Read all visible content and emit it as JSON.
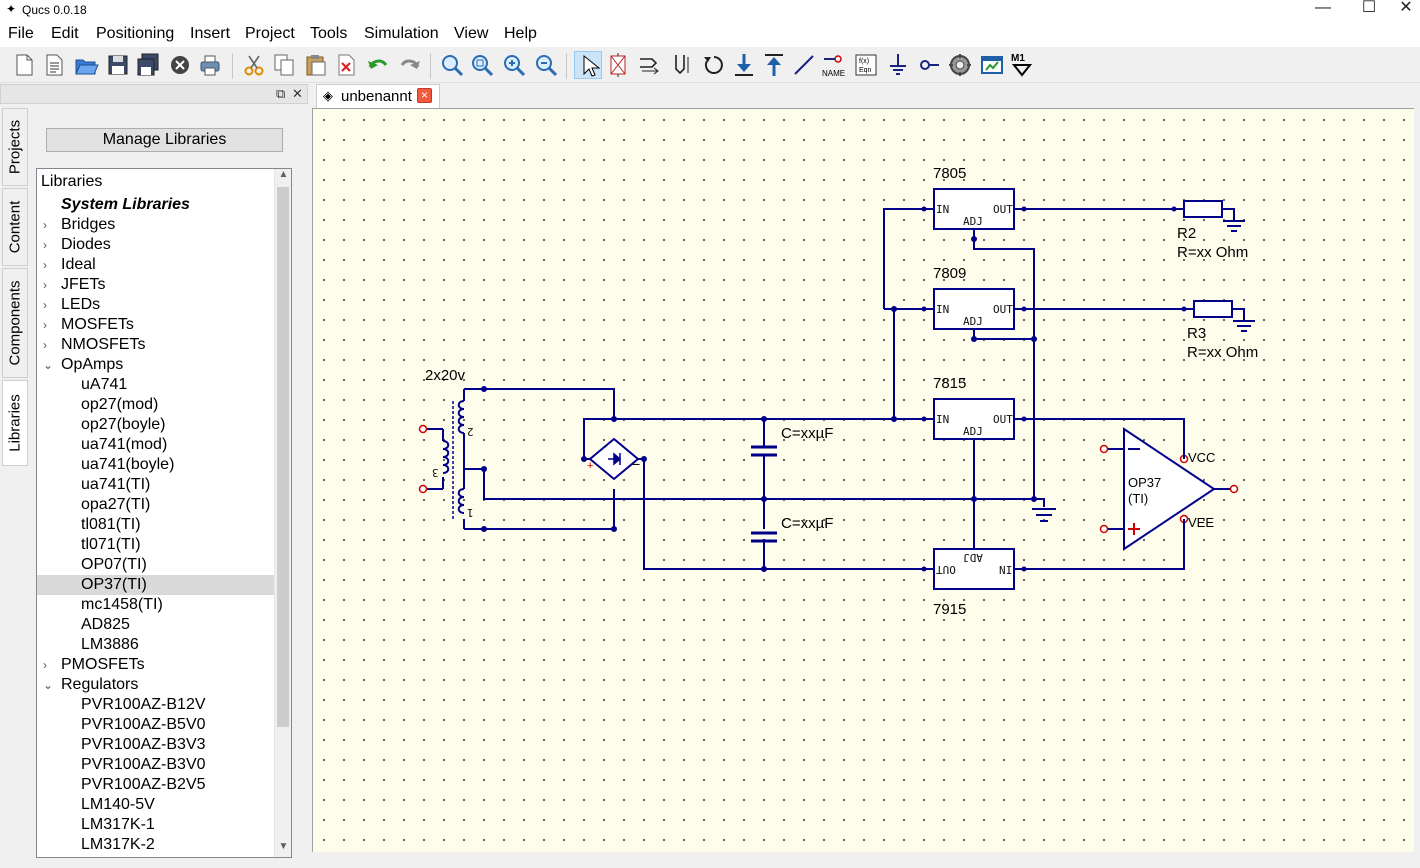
{
  "window": {
    "title": "Qucs 0.0.18",
    "controls": {
      "minimize": "—",
      "maximize": "☐",
      "close": "✕"
    }
  },
  "menu": [
    "File",
    "Edit",
    "Positioning",
    "Insert",
    "Project",
    "Tools",
    "Simulation",
    "View",
    "Help"
  ],
  "toolbar": {
    "icons": [
      "new-file-icon",
      "new-text-icon",
      "open-icon",
      "save-icon",
      "save-all-icon",
      "close-doc-icon",
      "print-icon",
      "cut-icon",
      "copy-icon",
      "paste-icon",
      "delete-icon",
      "undo-icon",
      "redo-icon",
      "zoom-fit-icon",
      "zoom-selection-icon",
      "zoom-in-icon",
      "zoom-out-icon",
      "select-icon",
      "deactivate-icon",
      "mirror-x-icon",
      "mirror-y-icon",
      "rotate-icon",
      "go-into-subcircuit-icon",
      "pop-out-icon",
      "wire-icon",
      "label-icon",
      "equation-icon",
      "ground-icon",
      "port-icon",
      "simulate-icon",
      "view-data-icon",
      "marker-icon"
    ],
    "name_label": "NAME",
    "marker_label": "M1",
    "selected_tool": "select-icon"
  },
  "sidebar": {
    "dock_buttons": {
      "float": "⧉",
      "close": "✕"
    },
    "tabs": [
      "Projects",
      "Content",
      "Components",
      "Libraries"
    ],
    "active_tab": "Libraries",
    "manage_button": "Manage Libraries",
    "tree": {
      "header": "Libraries",
      "rows": [
        {
          "label": "System Libraries",
          "level": 0,
          "type": "heading"
        },
        {
          "label": "Bridges",
          "level": 0,
          "type": "collapsed"
        },
        {
          "label": "Diodes",
          "level": 0,
          "type": "collapsed"
        },
        {
          "label": "Ideal",
          "level": 0,
          "type": "collapsed"
        },
        {
          "label": "JFETs",
          "level": 0,
          "type": "collapsed"
        },
        {
          "label": "LEDs",
          "level": 0,
          "type": "collapsed"
        },
        {
          "label": "MOSFETs",
          "level": 0,
          "type": "collapsed"
        },
        {
          "label": "NMOSFETs",
          "level": 0,
          "type": "collapsed"
        },
        {
          "label": "OpAmps",
          "level": 0,
          "type": "expanded"
        },
        {
          "label": "uA741",
          "level": 1,
          "type": "leaf"
        },
        {
          "label": "op27(mod)",
          "level": 1,
          "type": "leaf"
        },
        {
          "label": "op27(boyle)",
          "level": 1,
          "type": "leaf"
        },
        {
          "label": "ua741(mod)",
          "level": 1,
          "type": "leaf"
        },
        {
          "label": "ua741(boyle)",
          "level": 1,
          "type": "leaf"
        },
        {
          "label": "ua741(TI)",
          "level": 1,
          "type": "leaf"
        },
        {
          "label": "opa27(TI)",
          "level": 1,
          "type": "leaf"
        },
        {
          "label": "tl081(TI)",
          "level": 1,
          "type": "leaf"
        },
        {
          "label": "tl071(TI)",
          "level": 1,
          "type": "leaf"
        },
        {
          "label": "OP07(TI)",
          "level": 1,
          "type": "leaf"
        },
        {
          "label": "OP37(TI)",
          "level": 1,
          "type": "leaf",
          "selected": true
        },
        {
          "label": "mc1458(TI)",
          "level": 1,
          "type": "leaf"
        },
        {
          "label": "AD825",
          "level": 1,
          "type": "leaf"
        },
        {
          "label": "LM3886",
          "level": 1,
          "type": "leaf"
        },
        {
          "label": "PMOSFETs",
          "level": 0,
          "type": "collapsed"
        },
        {
          "label": "Regulators",
          "level": 0,
          "type": "expanded"
        },
        {
          "label": "PVR100AZ-B12V",
          "level": 1,
          "type": "leaf"
        },
        {
          "label": "PVR100AZ-B5V0",
          "level": 1,
          "type": "leaf"
        },
        {
          "label": "PVR100AZ-B3V3",
          "level": 1,
          "type": "leaf"
        },
        {
          "label": "PVR100AZ-B3V0",
          "level": 1,
          "type": "leaf"
        },
        {
          "label": "PVR100AZ-B2V5",
          "level": 1,
          "type": "leaf"
        },
        {
          "label": "LM140-5V",
          "level": 1,
          "type": "leaf"
        },
        {
          "label": "LM317K-1",
          "level": 1,
          "type": "leaf"
        },
        {
          "label": "LM317K-2",
          "level": 1,
          "type": "leaf"
        }
      ]
    }
  },
  "document_tab": {
    "label": "unbenannt"
  },
  "schematic": {
    "transformer_label": "2x20v",
    "transformer_pins": [
      "2",
      "3",
      "1"
    ],
    "regulators": [
      {
        "name": "7805",
        "in": "IN",
        "out": "OUT",
        "adj": "ADJ"
      },
      {
        "name": "7809",
        "in": "IN",
        "out": "OUT",
        "adj": "ADJ"
      },
      {
        "name": "7815",
        "in": "IN",
        "out": "OUT",
        "adj": "ADJ"
      },
      {
        "name": "7915",
        "in": "IN",
        "out": "OUT",
        "adj": "ADJ"
      }
    ],
    "capacitors": [
      "C=xxµF",
      "C=xxµF"
    ],
    "resistors": [
      {
        "name": "R2",
        "value": "R=xx Ohm"
      },
      {
        "name": "R3",
        "value": "R=xx Ohm"
      }
    ],
    "opamp": {
      "name": "OP37",
      "model": "(TI)",
      "vcc": "VCC",
      "vee": "VEE"
    }
  }
}
